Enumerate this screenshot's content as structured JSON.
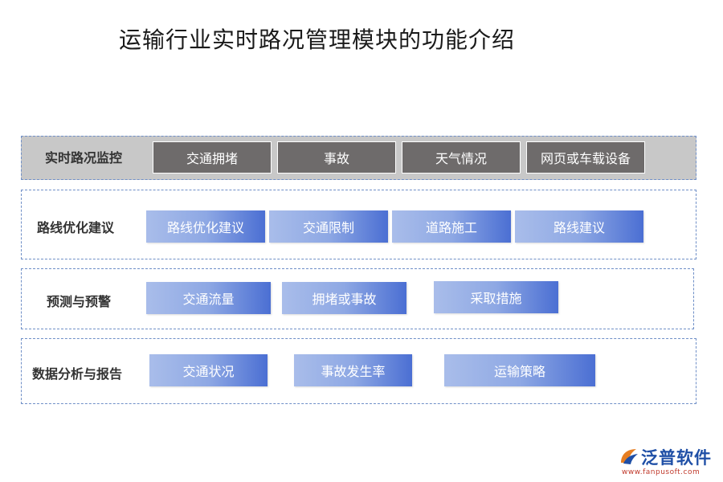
{
  "title": "运输行业实时路况管理模块的功能介绍",
  "sections": [
    {
      "label": "实时路况监控",
      "items": [
        "交通拥堵",
        "事故",
        "天气情况",
        "网页或车载设备"
      ]
    },
    {
      "label": "路线优化建议",
      "items": [
        "路线优化建议",
        "交通限制",
        "道路施工",
        "路线建议"
      ]
    },
    {
      "label": "预测与预警",
      "items": [
        "交通流量",
        "拥堵或事故",
        "采取措施"
      ]
    },
    {
      "label": "数据分析与报告",
      "items": [
        "交通状况",
        "事故发生率",
        "运输策略"
      ]
    }
  ],
  "logo": {
    "name": "泛普软件",
    "url": "www.fanpusoft.com"
  },
  "colors": {
    "section_border": "#6f8fc7",
    "monitor_bg": "#c8c8c8",
    "dark_box": "#6e6b6b",
    "blue_start": "#a9bdea",
    "blue_end": "#4b6fd3"
  }
}
